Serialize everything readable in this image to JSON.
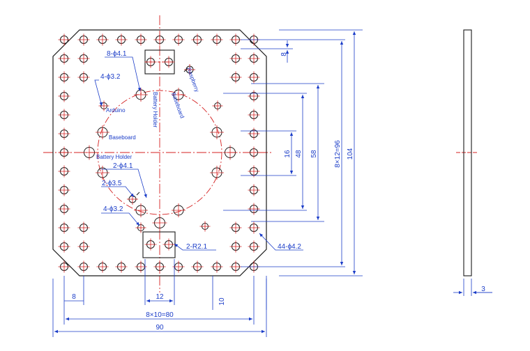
{
  "plate": {
    "callouts": {
      "hole_41_top": "8-ϕ4.1",
      "hole_32_top": "4-ϕ3.2",
      "hole_41_mid": "2-ϕ4.1",
      "hole_35": "2-ϕ3.5",
      "hole_32_bot": "4-ϕ3.2",
      "slot_radius": "2-R2.1",
      "edge_holes": "44-ϕ4.2"
    },
    "labels": {
      "arduino": "Arduino",
      "baseboard_left": "Baseboard",
      "battery_holder_left": "Battery Holder",
      "battery_holder_vertical": "Battery Holder",
      "raspberry": "Raspberry",
      "baseboard_right": "Baseboard"
    },
    "dimensions": {
      "top_offset": "8",
      "pitch_16": "16",
      "pitch_48": "48",
      "pitch_58": "58",
      "pitch_96": "8×12=96",
      "height_104": "104",
      "left_offset": "8",
      "slot_width": "12",
      "bottom_offset": "10",
      "pitch_80": "8×10=80",
      "width_90": "90"
    }
  },
  "side_view": {
    "thickness": "3"
  },
  "colors": {
    "outline": "#1a1a1a",
    "dimension": "#1a3cc8",
    "centerline": "#d42020"
  }
}
